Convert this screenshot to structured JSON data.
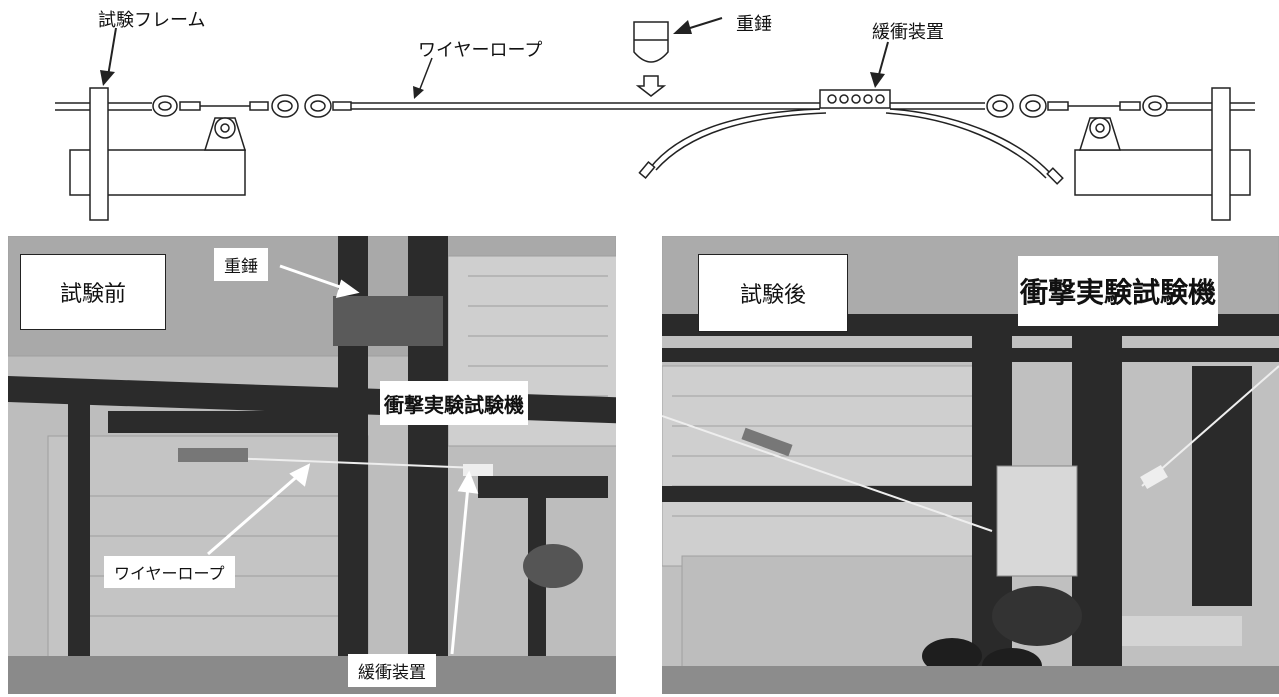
{
  "diagram": {
    "labels": {
      "test_frame": "試験フレーム",
      "wire_rope": "ワイヤーロープ",
      "weight": "重錘",
      "buffer_device": "緩衝装置"
    }
  },
  "photo_before": {
    "title": "試験前",
    "callouts": {
      "weight": "重錘",
      "wire_rope": "ワイヤーロープ",
      "buffer_device": "緩衝装置"
    },
    "sign": "衝撃実験試験機"
  },
  "photo_after": {
    "title": "試験後",
    "sign": "衝撃実験試験機"
  }
}
